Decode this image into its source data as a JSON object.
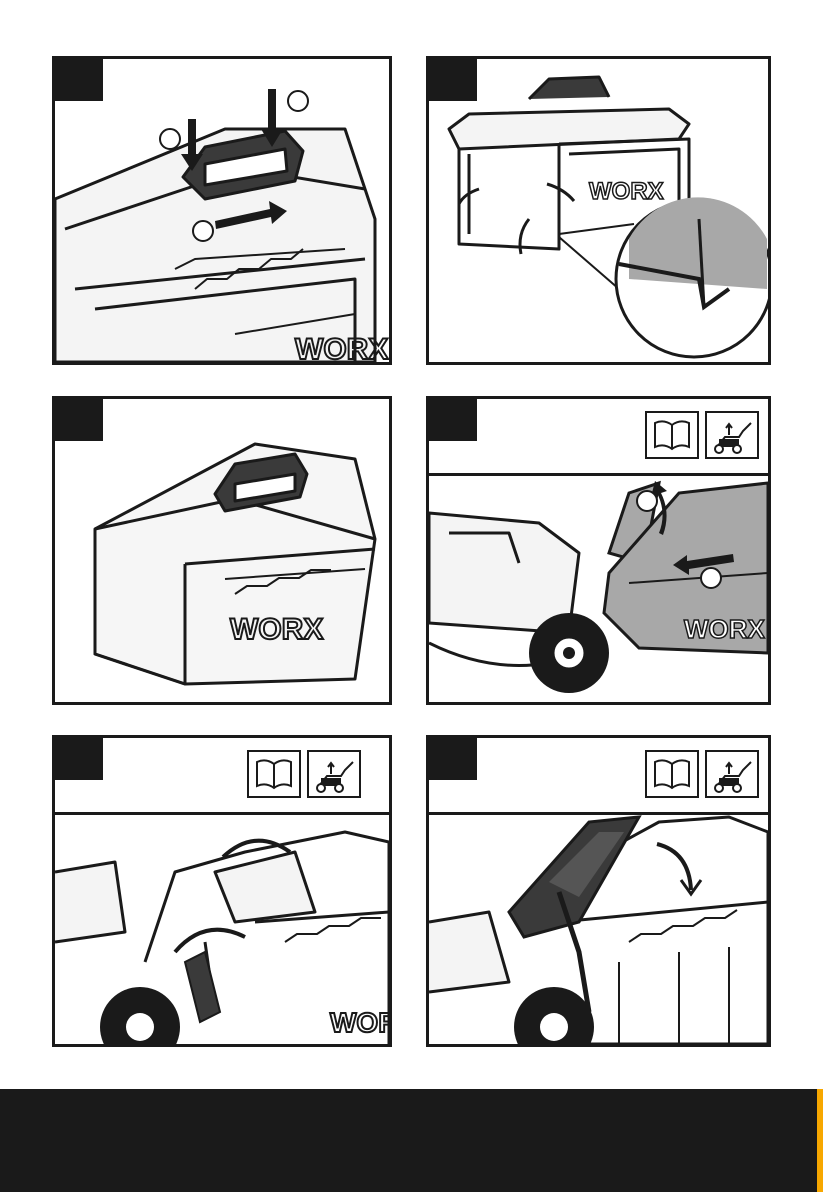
{
  "brand": "WORX",
  "colors": {
    "ink": "#1a1a1a",
    "paper": "#ffffff",
    "shade": "#a8a8a8",
    "accent": "#f7a700"
  },
  "panels": [
    {
      "id": "p1",
      "callouts": [
        "",
        "",
        ""
      ]
    },
    {
      "id": "p2"
    },
    {
      "id": "p3"
    },
    {
      "id": "p4",
      "icons": [
        "manual-book-icon",
        "mower-instruction-icon"
      ],
      "callouts": [
        "",
        ""
      ]
    },
    {
      "id": "p5",
      "icons": [
        "manual-book-icon",
        "mower-instruction-icon"
      ]
    },
    {
      "id": "p6",
      "icons": [
        "manual-book-icon",
        "mower-instruction-icon"
      ]
    }
  ]
}
